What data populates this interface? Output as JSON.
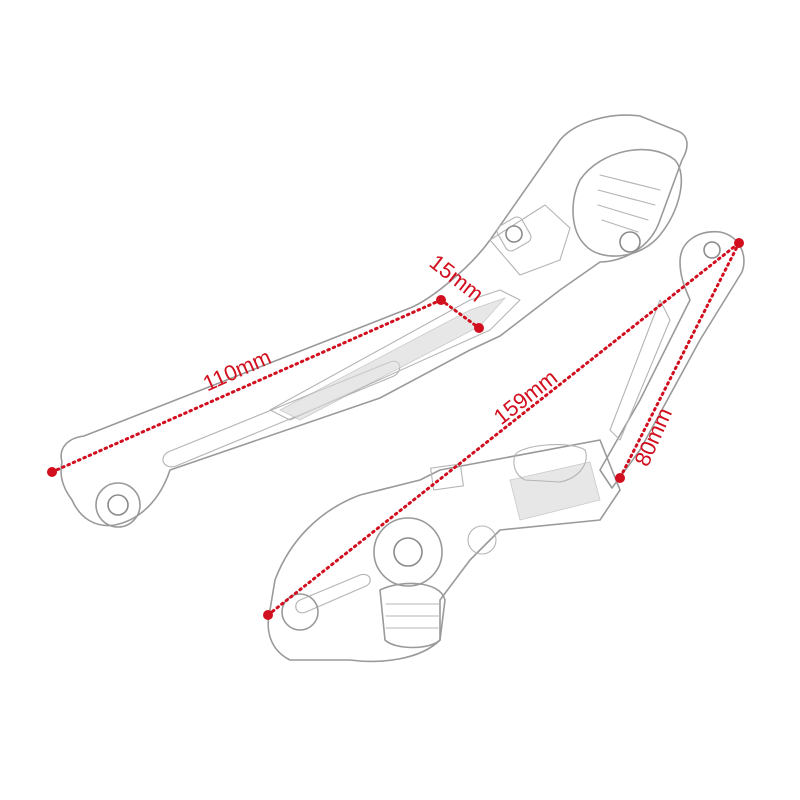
{
  "colors": {
    "dimension": "#d10f1e",
    "outline": "#9a9a9a",
    "background": "#ffffff"
  },
  "dimensions": [
    {
      "id": "length-110",
      "label": "110mm"
    },
    {
      "id": "width-15",
      "label": "15mm"
    },
    {
      "id": "length-159",
      "label": "159mm"
    },
    {
      "id": "width-80",
      "label": "80mm"
    }
  ]
}
